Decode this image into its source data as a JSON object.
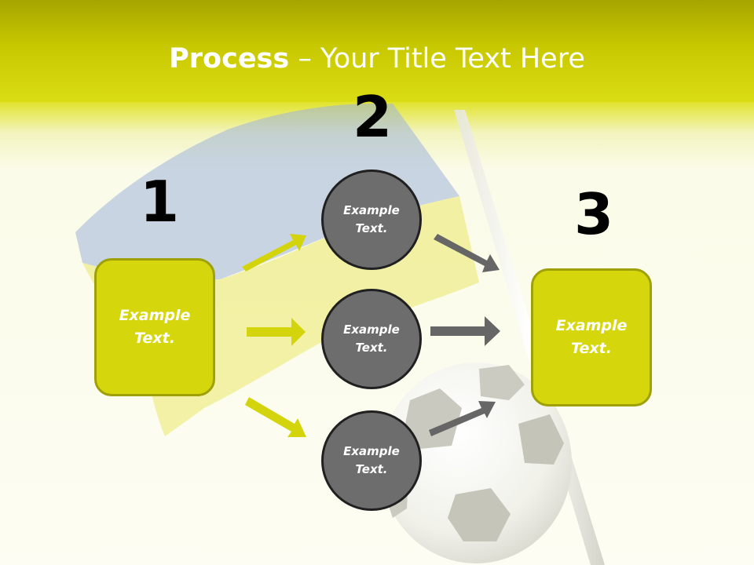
{
  "title": {
    "bold": "Process",
    "rest": " – Your Title Text Here"
  },
  "steps": {
    "one": "1",
    "two": "2",
    "three": "3"
  },
  "box_left": {
    "text": "Example Text."
  },
  "box_right": {
    "text": "Example Text."
  },
  "circles": [
    {
      "text": "Example Text."
    },
    {
      "text": "Example Text."
    },
    {
      "text": "Example Text."
    }
  ],
  "colors": {
    "accent": "#d6d60c",
    "accent_border": "#9ea006",
    "circle_fill": "#6d6d6d",
    "arrow_yellow": "#d4d40c",
    "arrow_gray": "#666666"
  }
}
